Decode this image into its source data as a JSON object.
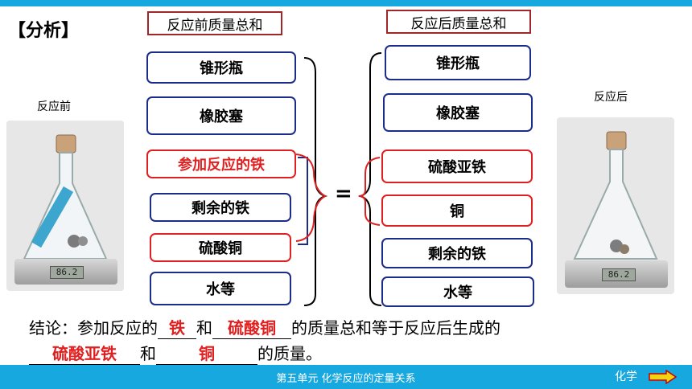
{
  "analysis_label": "【分析】",
  "before_header": "反应前质量总和",
  "after_header": "反应后质量总和",
  "before_photo_label": "反应前",
  "after_photo_label": "反应后",
  "scale_reading_before": "86.2",
  "scale_reading_after": "86.2",
  "left_items": [
    "锥形瓶",
    "橡胶塞",
    "参加反应的铁",
    "剩余的铁",
    "硫酸铜",
    "水等"
  ],
  "right_items": [
    "锥形瓶",
    "橡胶塞",
    "硫酸亚铁",
    "铜",
    "剩余的铁",
    "水等"
  ],
  "equals": "=",
  "conclusion": {
    "p1": "结论：参加反应的",
    "blank1": "铁",
    "p2": "和",
    "blank2": "硫酸铜",
    "p3": "的质量总和等于反应后生成的",
    "blank3": "硫酸亚铁",
    "p4": "和",
    "blank4": "铜",
    "p5": "的质量。"
  },
  "footer": {
    "title": "第五单元    化学反应的定量关系",
    "subject": "化学"
  },
  "colors": {
    "accent_bar": "#18a8e0",
    "box_blue": "#1c2c8a",
    "highlight_red": "#e02020"
  }
}
